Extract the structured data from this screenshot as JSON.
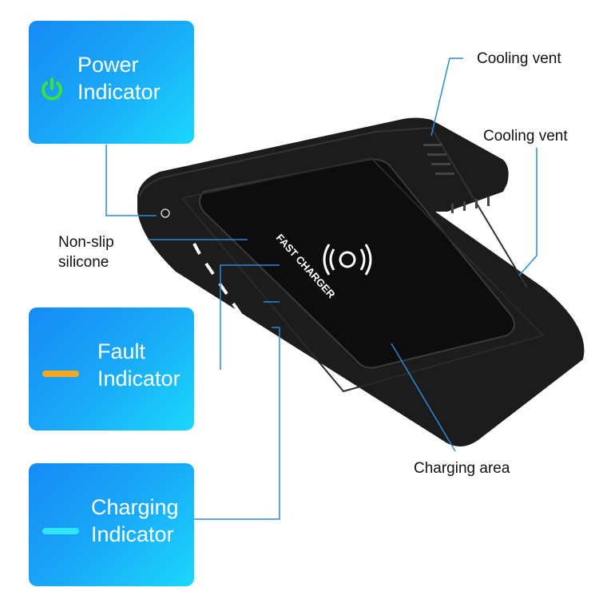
{
  "indicators": {
    "power": {
      "line1": "Power",
      "line2": "Indicator",
      "icon": "power-icon",
      "color": "#3ee03a"
    },
    "fault": {
      "line1": "Fault",
      "line2": "Indicator",
      "color": "#f5a623"
    },
    "charging": {
      "line1": "Charging",
      "line2": "Indicator",
      "color": "#2ee6f5"
    }
  },
  "labels": {
    "cooling_vent_top": "Cooling vent",
    "cooling_vent_side": "Cooling vent",
    "non_slip_line1": "Non-slip",
    "non_slip_line2": "silicone",
    "charging_area": "Charging area"
  },
  "device": {
    "print_text": "FAST CHARGER"
  }
}
